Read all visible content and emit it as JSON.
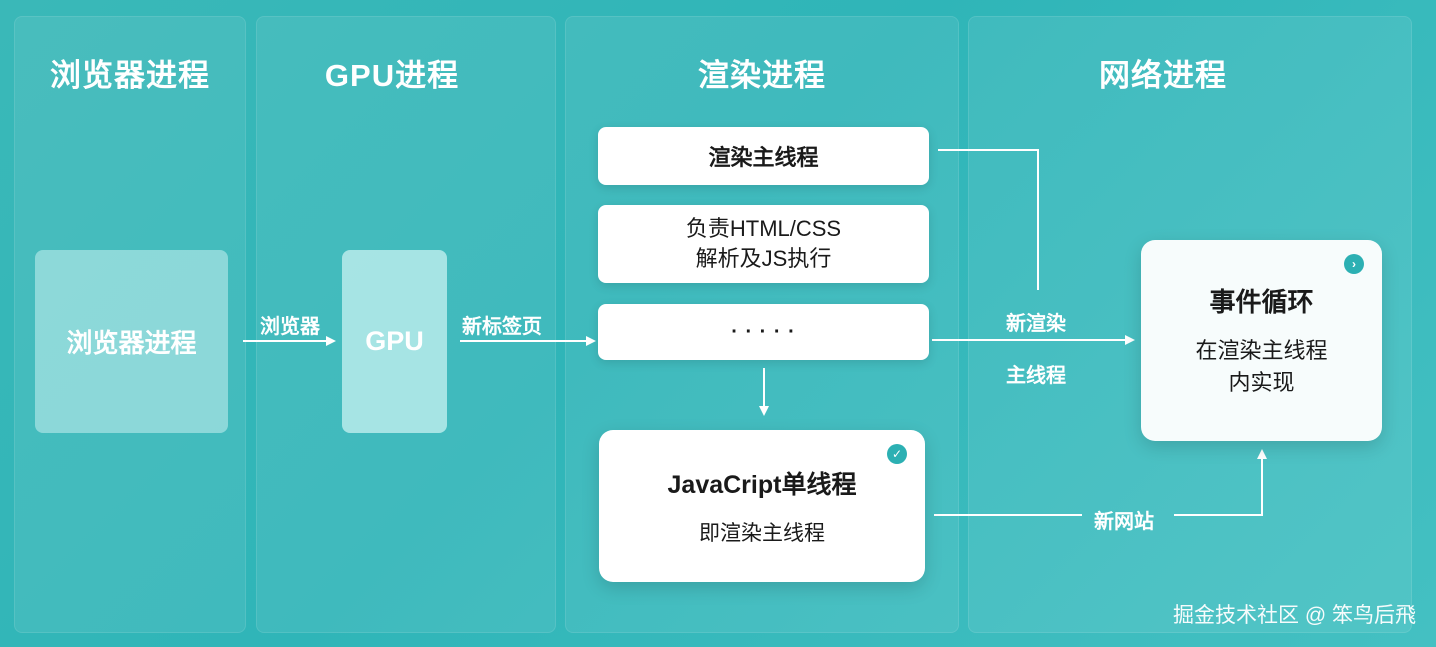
{
  "columns": [
    {
      "title": "浏览器进程"
    },
    {
      "title": "GPU进程"
    },
    {
      "title": "渲染进程"
    },
    {
      "title": "网络进程"
    }
  ],
  "boxes": {
    "browser_process": "浏览器进程",
    "gpu": "GPU",
    "render_main_thread": "渲染主线程",
    "parse_line1": "负责HTML/CSS",
    "parse_line2": "解析及JS执行",
    "ellipsis": "· · · · ·",
    "js_title": "JavaCript单线程",
    "js_sub": "即渲染主线程",
    "event_loop_title": "事件循环",
    "event_loop_line1": "在渲染主线程",
    "event_loop_line2": "内实现"
  },
  "labels": {
    "browser_to_gpu": "浏览器",
    "gpu_to_render": "新标签页",
    "new_render_line1": "新渲染",
    "new_render_line2": "主线程",
    "new_site": "新网站"
  },
  "icons": {
    "js_badge": "check-icon",
    "event_badge": "chevron-right-icon"
  },
  "colors": {
    "background": "#35b6b8",
    "card": "#ffffff",
    "badge": "#2cb0b3"
  },
  "watermark": "掘金技术社区 @ 笨鸟后飛"
}
